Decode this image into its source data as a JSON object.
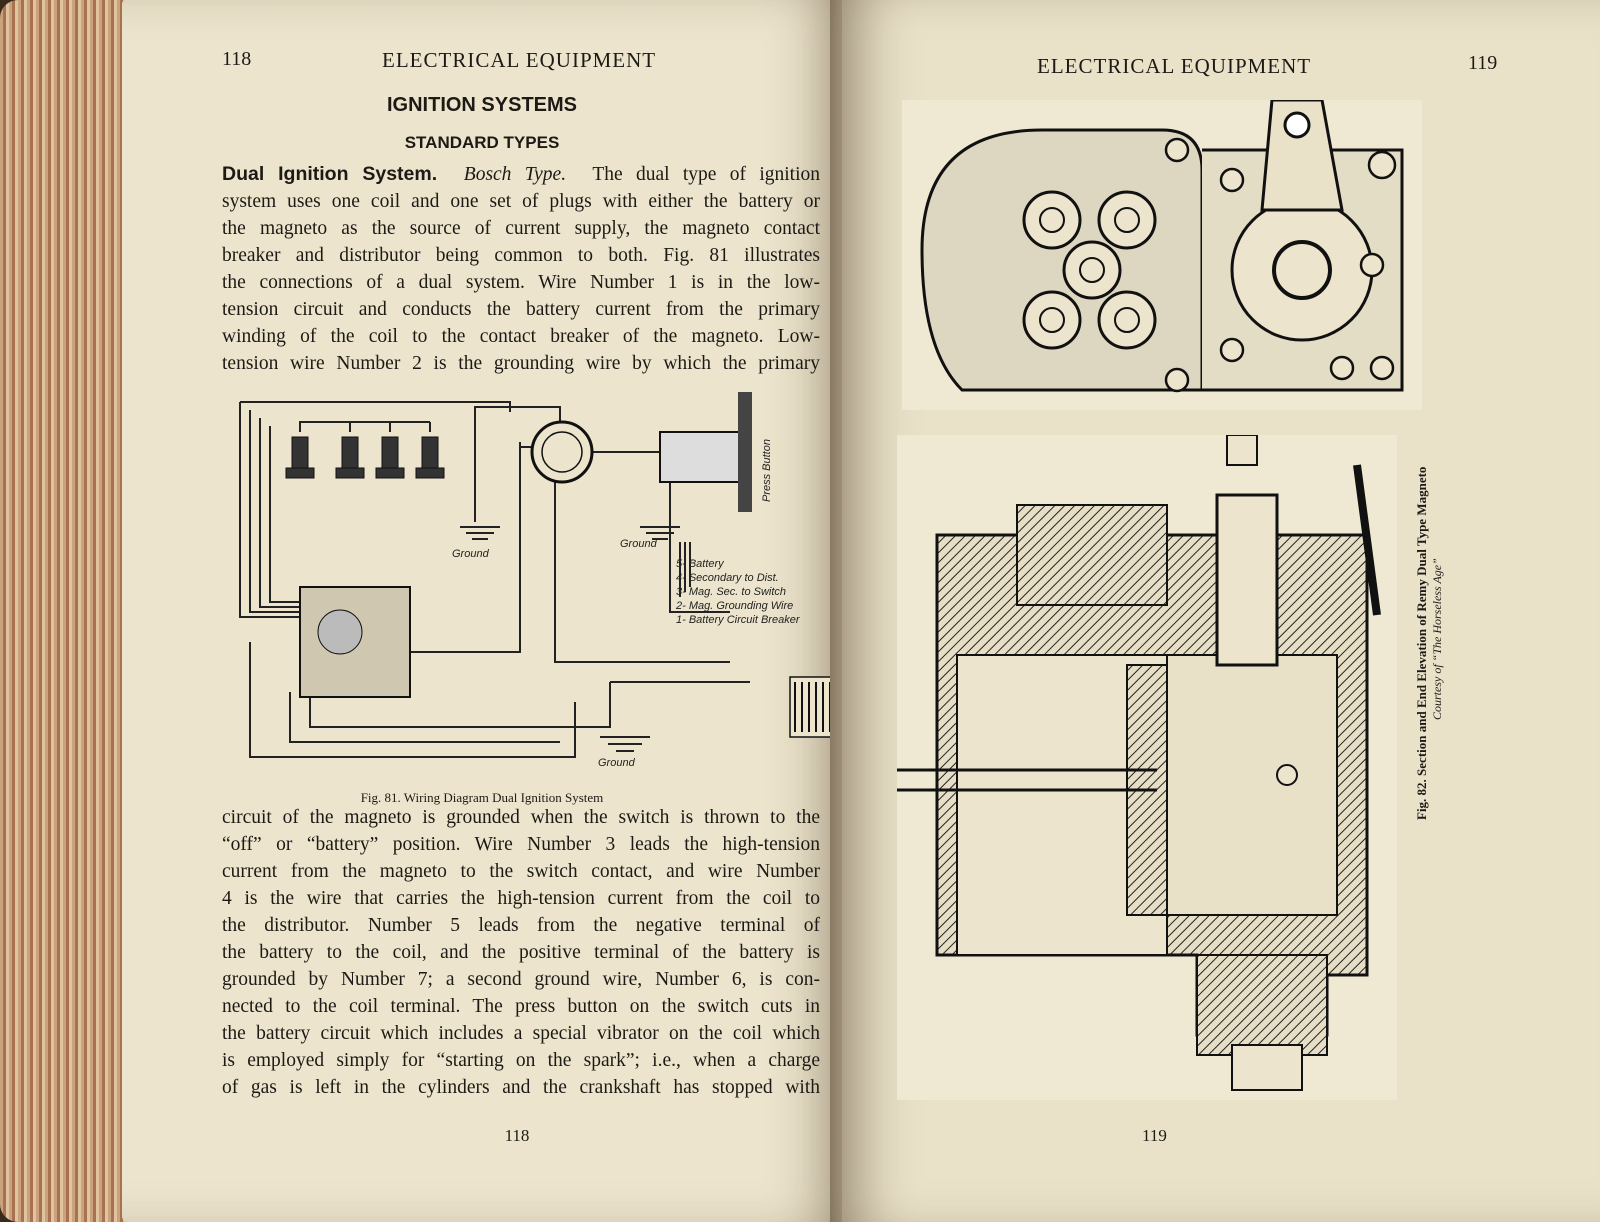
{
  "left_page": {
    "header_page_number": "118",
    "running_head": "ELECTRICAL EQUIPMENT",
    "section_title": "IGNITION SYSTEMS",
    "subsection_title": "STANDARD TYPES",
    "para1_lead": "Dual Ignition System.",
    "para1_lead_italic": "Bosch Type.",
    "para1_lines": [
      "The dual type of ignition",
      "system uses one coil and one set of plugs with either the battery or",
      "the magneto as the source of current supply, the magneto contact",
      "breaker and distributor being common to both. Fig. 81 illustrates",
      "the connections of a dual system. Wire Number 1 is in the low-",
      "tension circuit and conducts the battery current from the primary",
      "winding of the coil to the contact breaker of the magneto. Low-",
      "tension wire Number 2 is the grounding wire by which the primary"
    ],
    "figure_caption": "Fig. 81. Wiring Diagram Dual Ignition System",
    "figure_labels": {
      "press_button": "Press Button",
      "ground_left": "Ground",
      "ground_mid": "Ground",
      "ground_bottom": "Ground",
      "legend": [
        "5- Battery",
        "4- Secondary to Dist.",
        "3- Mag. Sec. to Switch",
        "2- Mag. Grounding Wire",
        "1- Battery Circuit Breaker"
      ]
    },
    "para2_lines": [
      "circuit of the magneto is grounded when the switch is thrown to the",
      "“off” or “battery” position. Wire Number 3 leads the high-tension",
      "current from the magneto to the switch contact, and wire Number",
      "4 is the wire that carries the high-tension current from the coil to",
      "the distributor. Number 5 leads from the negative terminal of",
      "the battery to the coil, and the positive terminal of the battery is",
      "grounded by Number 7; a second ground wire, Number 6, is con-",
      "nected to the coil terminal. The press button on the switch cuts in",
      "the battery circuit which includes a special vibrator on the coil which",
      "is employed simply for “starting on the spark”; i.e., when a charge",
      "of gas is left in the cylinders and the crankshaft has stopped with"
    ],
    "footer_page_number": "118"
  },
  "right_page": {
    "running_head": "ELECTRICAL EQUIPMENT",
    "header_page_number": "119",
    "figure_caption": "Fig. 82. Section and End Elevation of Remy Dual Type Magneto",
    "figure_credit": "Courtesy of “The Horseless Age”",
    "footer_page_number": "119"
  }
}
